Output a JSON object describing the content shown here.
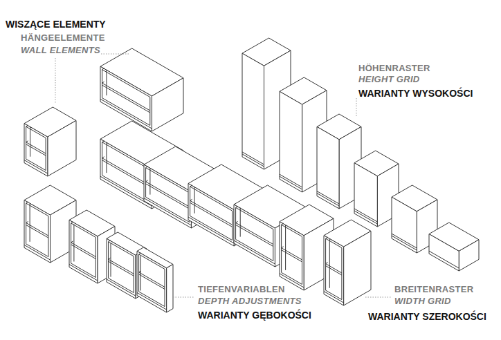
{
  "diagram": {
    "labels": [
      "WISZĄCE ELEMENTY",
      "HÄNGEELEMENTE",
      "WALL ELEMENTS",
      "HÖHENRASTER",
      "HEIGHT GRID",
      "WARIANTY WYSOKOŚCI",
      "TIEFENVARIABLEN",
      "DEPTH ADJUSTMENTS",
      "WARIANTY GĘBOKOŚCI",
      "BREITENRASTER",
      "WIDTH GRID",
      "WARIANTY SZEROKOŚCI"
    ]
  }
}
